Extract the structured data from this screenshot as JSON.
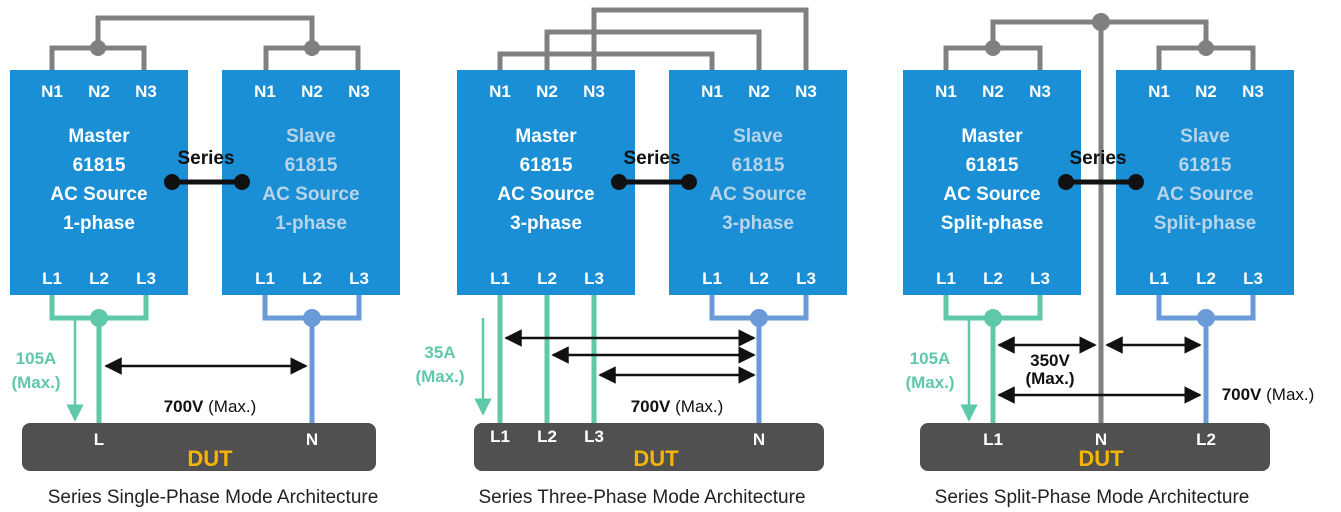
{
  "colors": {
    "box": "#1a8fd6",
    "box_text": "#ffffff",
    "slave_text": "#b8d4e8",
    "neutral_wire": "#808080",
    "line_green": "#5fc8a8",
    "line_blue": "#6a9bd8",
    "dut": "#505050",
    "dut_label": "#f5b400",
    "dim_text": "#5fc8a8",
    "black": "#111111"
  },
  "terminals": {
    "n1": "N1",
    "n2": "N2",
    "n3": "N3",
    "l1": "L1",
    "l2": "L2",
    "l3": "L3"
  },
  "series_label": "Series",
  "dut_label": "DUT",
  "max_suffix": "(Max.)",
  "diagrams": {
    "single": {
      "caption": "Series Single-Phase Mode Architecture",
      "master": [
        "Master",
        "61815",
        "AC Source",
        "1-phase"
      ],
      "slave": [
        "Slave",
        "61815",
        "AC Source",
        "1-phase"
      ],
      "current": "105A",
      "voltage": "700V",
      "dut_terminals": [
        "L",
        "N"
      ]
    },
    "three": {
      "caption": "Series Three-Phase Mode Architecture",
      "master": [
        "Master",
        "61815",
        "AC Source",
        "3-phase"
      ],
      "slave": [
        "Slave",
        "61815",
        "AC Source",
        "3-phase"
      ],
      "current": "35A",
      "voltage": "700V",
      "dut_terminals": [
        "L1",
        "L2",
        "L3",
        "N"
      ]
    },
    "split": {
      "caption": "Series Split-Phase Mode Architecture",
      "master": [
        "Master",
        "61815",
        "AC Source",
        "Split-phase"
      ],
      "slave": [
        "Slave",
        "61815",
        "AC Source",
        "Split-phase"
      ],
      "current": "105A",
      "half_voltage": "350V",
      "voltage": "700V",
      "dut_terminals": [
        "L1",
        "N",
        "L2"
      ]
    }
  }
}
